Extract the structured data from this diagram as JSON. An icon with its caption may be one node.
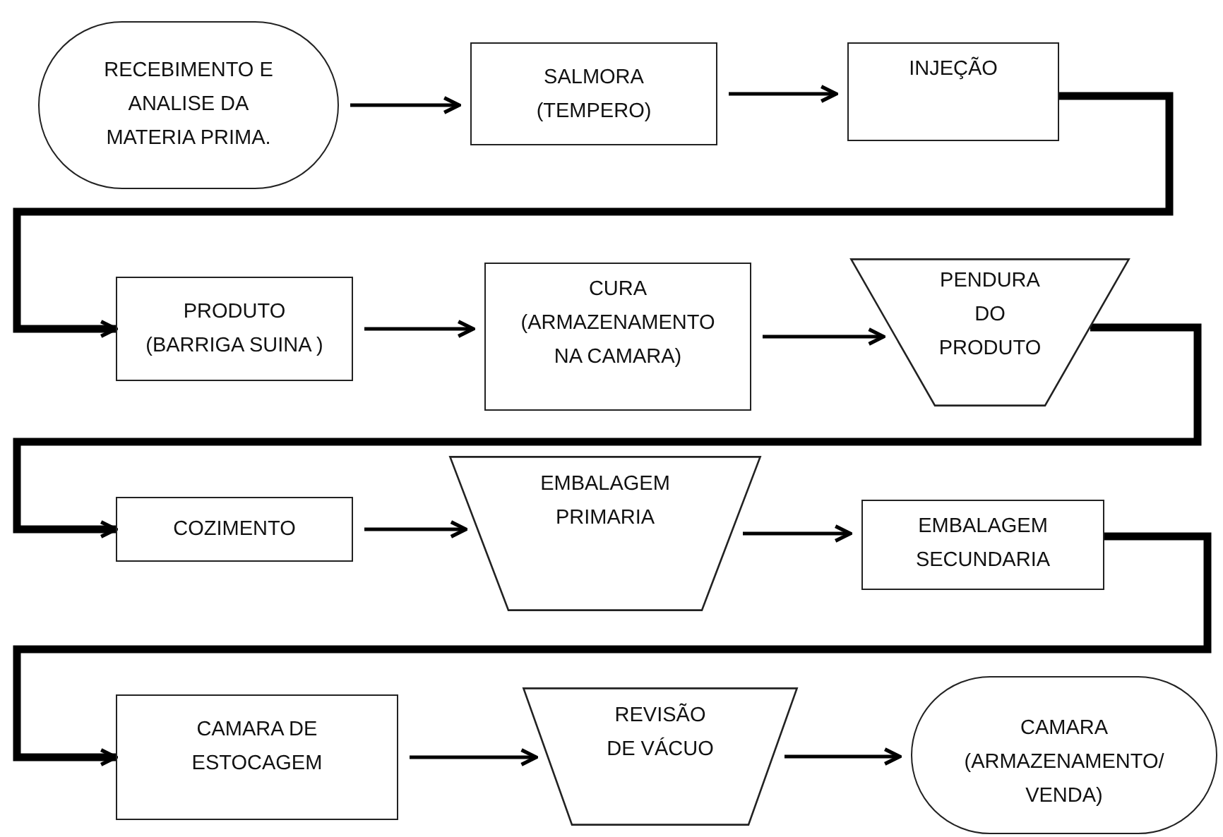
{
  "diagram": {
    "nodes": [
      {
        "text": [
          "RECEBIMENTO E ANALISE DA MATERIA PRIMA."
        ]
      },
      {
        "text": [
          "SALMORA (TEMPERO)"
        ]
      },
      {
        "text": [
          "INJEÇÃO"
        ]
      },
      {
        "text": [
          "PRODUTO (BARRIGA SUINA )"
        ]
      },
      {
        "text": [
          "CURA (ARMAZENAMENTO NA CAMARA)"
        ]
      },
      {
        "text": [
          "PENDURA DO PRODUTO"
        ]
      },
      {
        "text": [
          "COZIMENTO"
        ]
      },
      {
        "text": [
          "EMBALAGEM PRIMARIA"
        ]
      },
      {
        "text": [
          "EMBALAGEM SECUNDARIA"
        ]
      },
      {
        "text": [
          "CAMARA DE ESTOCAGEM"
        ]
      },
      {
        "text": [
          "REVISÃO DE VÁCUO"
        ]
      },
      {
        "text": [
          "CAMARA (ARMAZENAMENTO/ VENDA)"
        ]
      }
    ],
    "edges": [
      {
        "from": 0,
        "to": 1,
        "arrow": "to"
      },
      {
        "from": 1,
        "to": 2,
        "arrow": "to"
      },
      {
        "from": 2,
        "to": 3,
        "arrow": "to",
        "style": "thick"
      },
      {
        "from": 3,
        "to": 4,
        "arrow": "to"
      },
      {
        "from": 4,
        "to": 5,
        "arrow": "to"
      },
      {
        "from": 5,
        "to": 6,
        "arrow": "to",
        "style": "thick"
      },
      {
        "from": 6,
        "to": 7,
        "arrow": "to"
      },
      {
        "from": 7,
        "to": 8,
        "arrow": "to"
      },
      {
        "from": 8,
        "to": 9,
        "arrow": "to",
        "style": "thick"
      },
      {
        "from": 9,
        "to": 10,
        "arrow": "to"
      },
      {
        "from": 10,
        "to": 11,
        "arrow": "to"
      }
    ]
  }
}
